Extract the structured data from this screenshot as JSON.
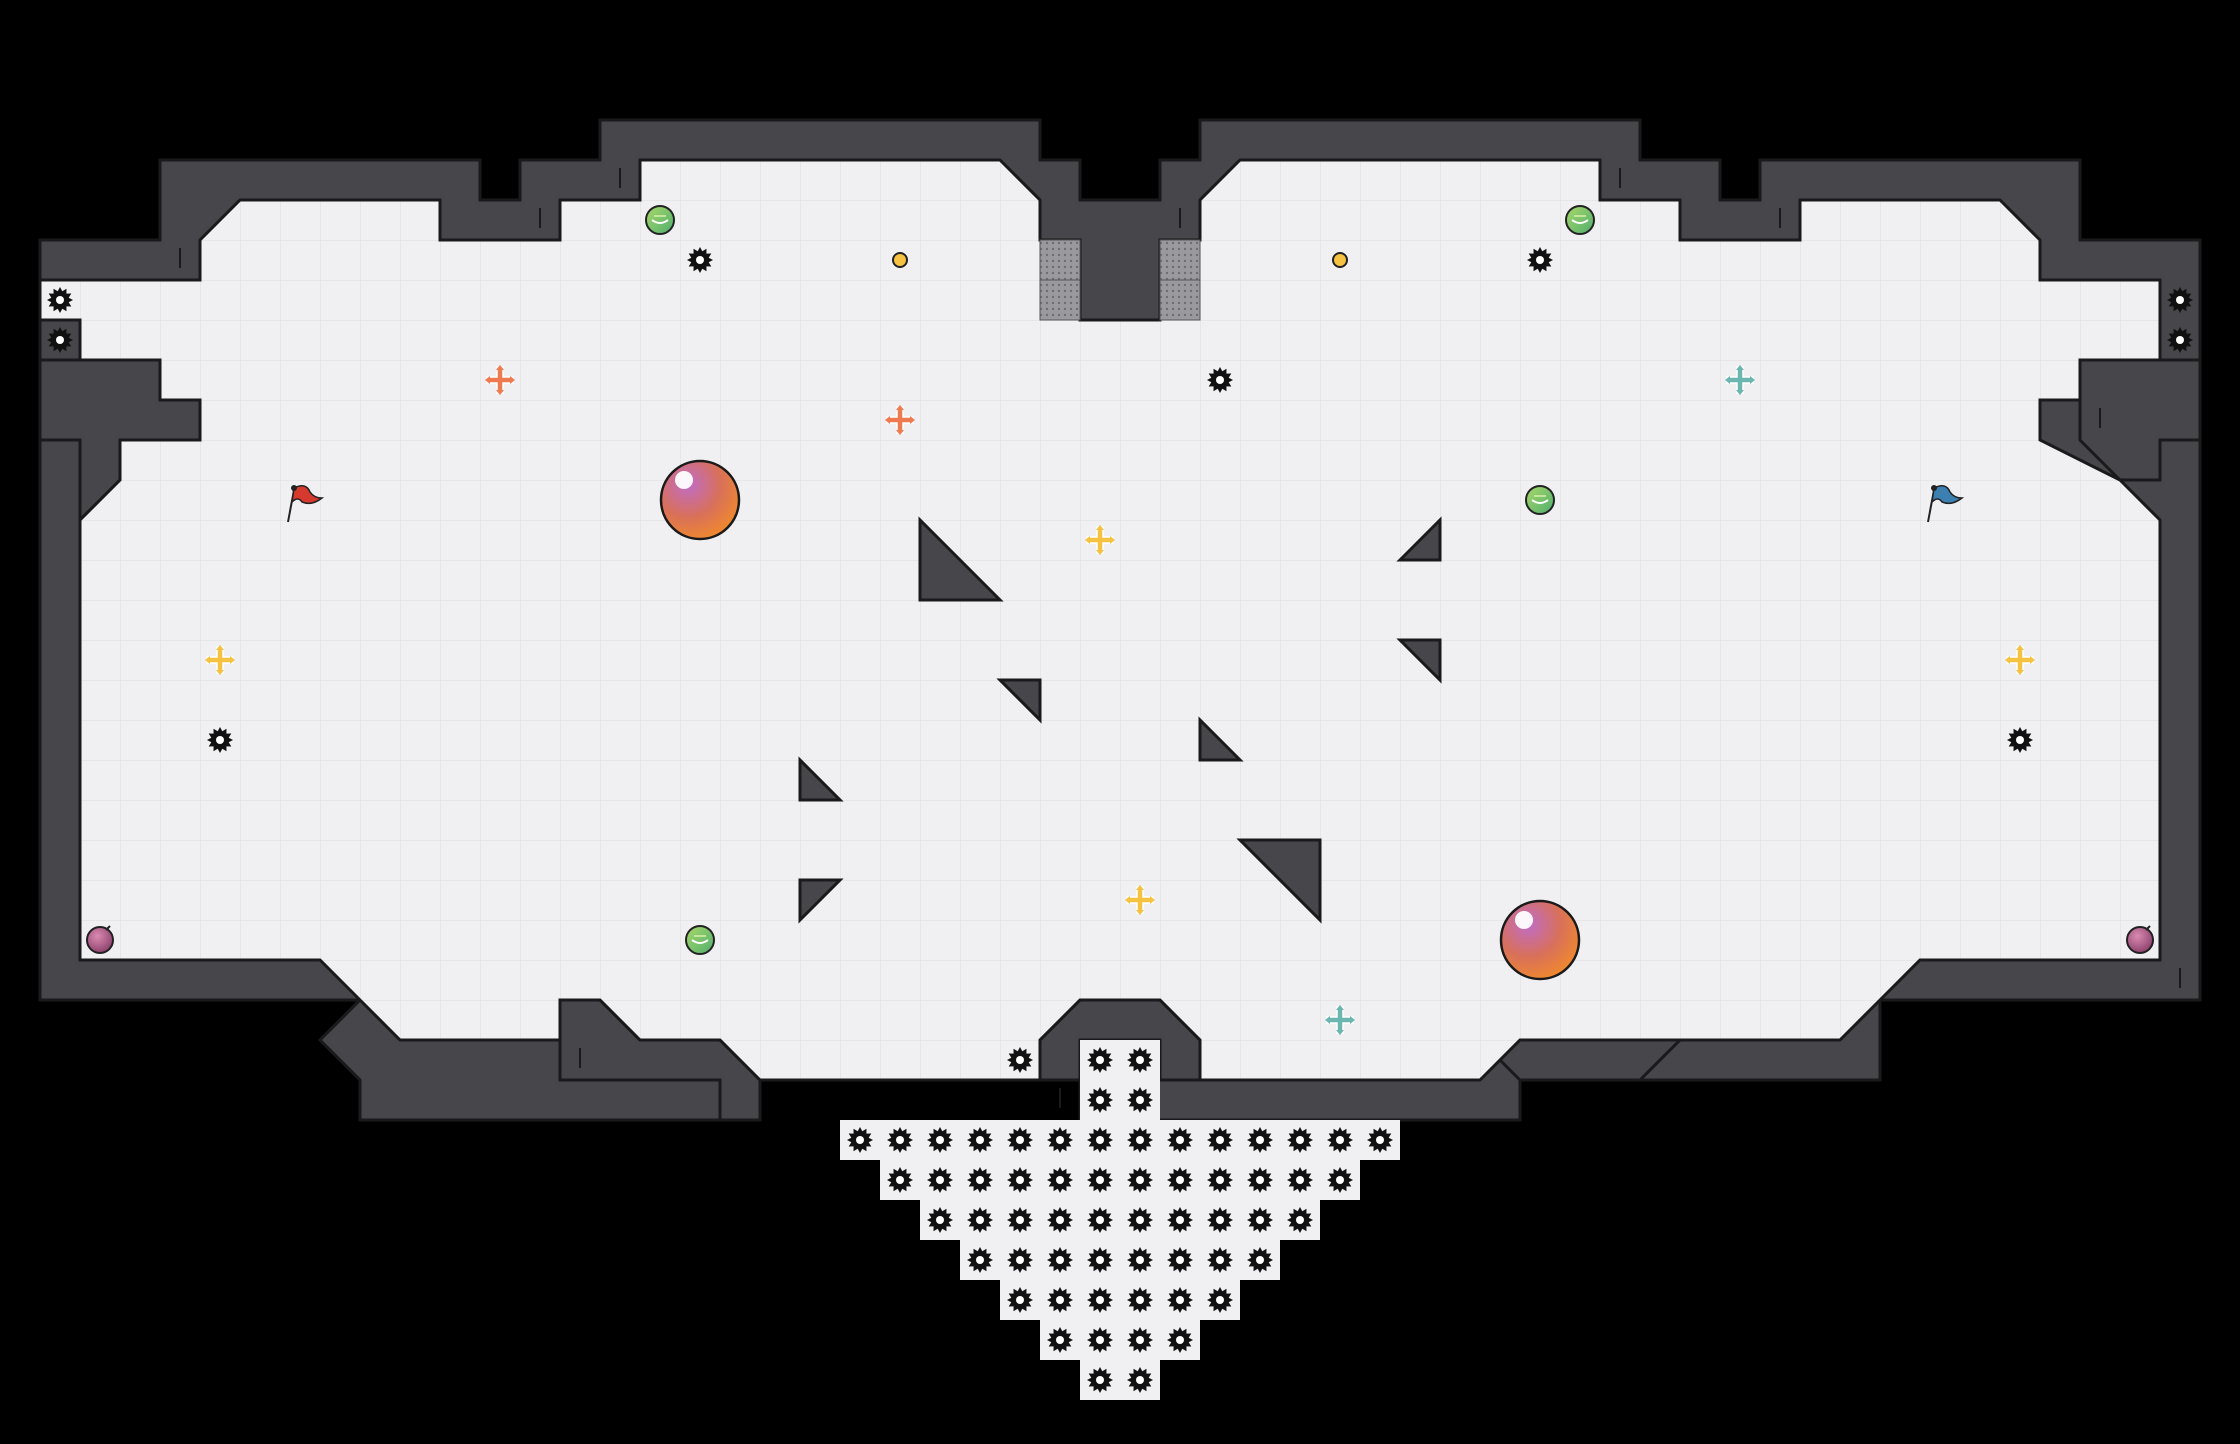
{
  "map": {
    "name": "heart-arena",
    "tile_size_hint": "40",
    "cols": 56,
    "rows": 36
  },
  "colors": {
    "background": "#000000",
    "floor": "#f0f0f2",
    "floor_grid": "#e0e0e4",
    "wall_fill": "#47474b",
    "wall_edge": "#1a1a1c",
    "gate": "#8a8a8e",
    "team_red": "#d63a2f",
    "team_blue": "#3c7fb1",
    "spike": "#111111",
    "boost_orange": "#f07a50",
    "boost_yellow": "#f5c242",
    "boost_teal": "#6bb7b0",
    "powerup_green": "#7bc66e",
    "bomb": "#c07090",
    "portal_yellow": "#f5c242"
  },
  "teams": {
    "red_flag_label": "red-flag",
    "blue_flag_label": "blue-flag"
  },
  "legend": {
    "spike": "spike-icon",
    "boost": "boost-pad-icon",
    "powerup": "powerup-icon",
    "bomb": "bomb-icon",
    "flag": "flag-icon",
    "gate": "gate-tile",
    "bubble": "bubble-orb-icon",
    "portal": "portal-dot-icon"
  }
}
